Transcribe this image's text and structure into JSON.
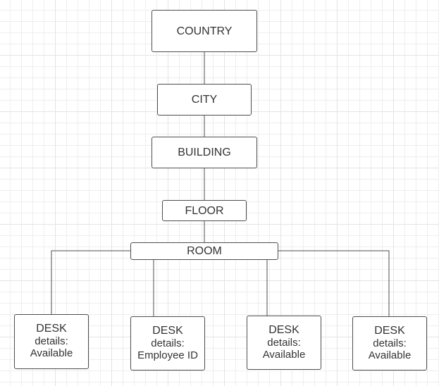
{
  "nodes": {
    "country": "COUNTRY",
    "city": "CITY",
    "building": "BUILDING",
    "floor": "FLOOR",
    "room": "ROOM"
  },
  "desks": [
    {
      "title": "DESK",
      "details_label": "details:",
      "status": "Available"
    },
    {
      "title": "DESK",
      "details_label": "details:",
      "status": "Employee ID"
    },
    {
      "title": "DESK",
      "details_label": "details:",
      "status": "Available"
    },
    {
      "title": "DESK",
      "details_label": "details:",
      "status": "Available"
    }
  ],
  "colors": {
    "stroke": "#4d4d4d",
    "grid": "#e4e4e4",
    "background": "#ffffff"
  }
}
